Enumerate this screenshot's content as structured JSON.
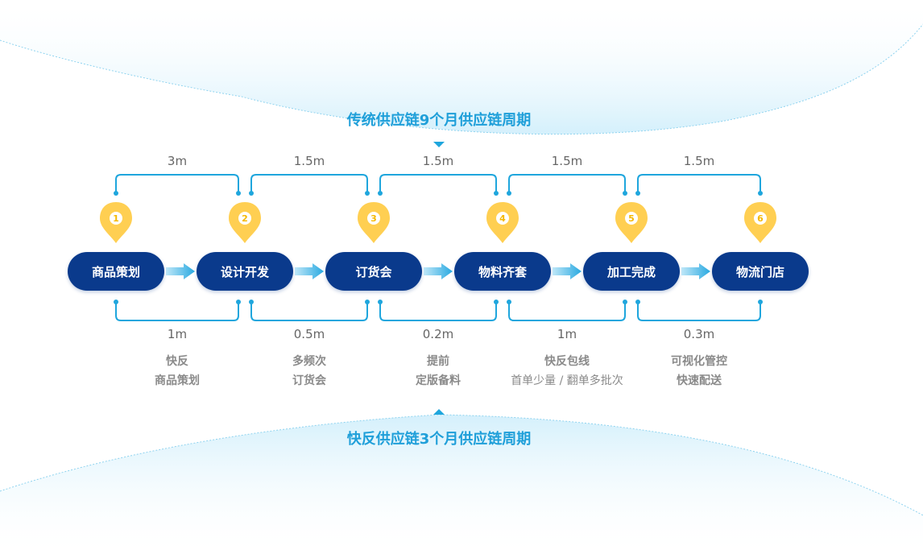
{
  "top_title": "传统供应链9个月供应链周期",
  "bottom_title": "快反供应链3个月供应链周期",
  "steps": [
    {
      "num": "1",
      "label": "商品策划"
    },
    {
      "num": "2",
      "label": "设计开发"
    },
    {
      "num": "3",
      "label": "订货会"
    },
    {
      "num": "4",
      "label": "物料齐套"
    },
    {
      "num": "5",
      "label": "加工完成"
    },
    {
      "num": "6",
      "label": "物流门店"
    }
  ],
  "traditional_durations": [
    "3m",
    "1.5m",
    "1.5m",
    "1.5m",
    "1.5m"
  ],
  "fast_durations": [
    "1m",
    "0.5m",
    "0.2m",
    "1m",
    "0.3m"
  ],
  "notes": [
    {
      "line1": "快反",
      "line2": "商品策划"
    },
    {
      "line1": "多频次",
      "line2": "订货会"
    },
    {
      "line1": "提前",
      "line2": "定版备料"
    },
    {
      "line1": "快反包线",
      "line2": "首单少量 / 翻单多批次"
    },
    {
      "line1": "可视化管控",
      "line2": "快速配送"
    }
  ],
  "colors": {
    "pill": "#0a3a8c",
    "bracket": "#1fa6dd",
    "pin": "#ffcf52",
    "title": "#1f9fd9",
    "band": "#dff3fb"
  }
}
